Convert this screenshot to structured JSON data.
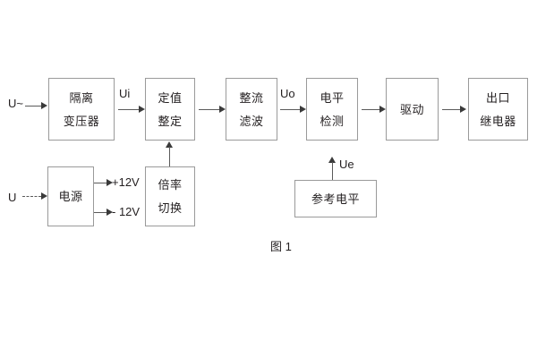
{
  "figure": {
    "caption": "图 1",
    "stroke_color": "#9a9a9a",
    "arrow_color": "#3a3a3a",
    "text_color": "#231f20",
    "background": "#ffffff"
  },
  "inputs": {
    "ac_source": "U~",
    "dc_source": "U"
  },
  "blocks": {
    "isolation_transformer": {
      "line1": "隔离",
      "line2": "变压器"
    },
    "setting_value": {
      "line1": "定值",
      "line2": "整定"
    },
    "rectify_filter": {
      "line1": "整流",
      "line2": "滤波"
    },
    "level_detection": {
      "line1": "电平",
      "line2": "检测"
    },
    "drive": {
      "line1": "驱动"
    },
    "output_relay": {
      "line1": "出口",
      "line2": "继电器"
    },
    "power_supply": {
      "line1": "电源"
    },
    "multiplier_switch": {
      "line1": "倍率",
      "line2": "切换"
    },
    "reference_level": {
      "line1": "参考电平"
    }
  },
  "signals": {
    "ui": "Ui",
    "uo": "Uo",
    "ue": "Ue",
    "rail_positive": "+12V",
    "rail_negative": "- 12V"
  }
}
